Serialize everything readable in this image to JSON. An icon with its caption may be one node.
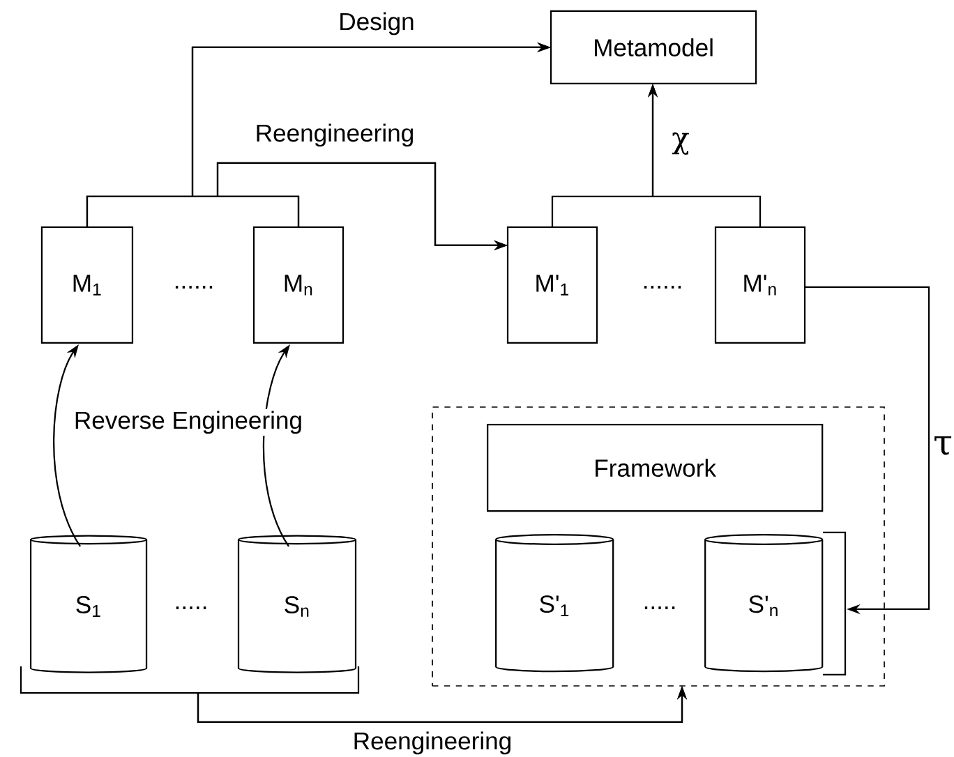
{
  "diagram": {
    "nodes": [
      {
        "text": [
          "Metamodel"
        ]
      },
      {
        "text": [
          "M$_{1}$"
        ]
      },
      {
        "text": [
          "M$_{n}$"
        ]
      },
      {
        "text": [
          "M'$_{1}$"
        ]
      },
      {
        "text": [
          "M'$_{n}$"
        ]
      },
      {
        "text": [],
        "shape": "box"
      },
      {
        "text": [
          "Framework"
        ],
        "in": 5
      },
      {
        "text": [
          "S'$_{1}$"
        ],
        "in": 5
      },
      {
        "text": [
          "S'$_{n}$"
        ],
        "in": 5
      },
      {
        "text": [
          "S$_{1}$"
        ]
      },
      {
        "text": [
          "S$_{n}$"
        ]
      }
    ],
    "edges": [
      {
        "from": 1,
        "to": 0,
        "arrow": "to",
        "label": "Design"
      },
      {
        "from": 2,
        "to": 0,
        "arrow": "to"
      },
      {
        "from": 1,
        "to": 3,
        "arrow": "to",
        "label": "Reengineering"
      },
      {
        "from": 2,
        "to": 3,
        "arrow": "to"
      },
      {
        "from": 3,
        "to": 0,
        "arrow": "to",
        "label": "χ"
      },
      {
        "from": 4,
        "to": 0,
        "arrow": "to"
      },
      {
        "from": 9,
        "to": 1,
        "arrow": "to",
        "label": "Reverse Engineering"
      },
      {
        "from": 10,
        "to": 2,
        "arrow": "to"
      },
      {
        "from": 4,
        "to": 8,
        "arrow": "to",
        "label": "τ"
      },
      {
        "from": 9,
        "to": 5,
        "arrow": "to",
        "label": "Reengineering"
      },
      {
        "from": 10,
        "to": 5,
        "arrow": "to"
      }
    ],
    "labels": [
      "......",
      "......",
      ".....",
      "....."
    ]
  }
}
